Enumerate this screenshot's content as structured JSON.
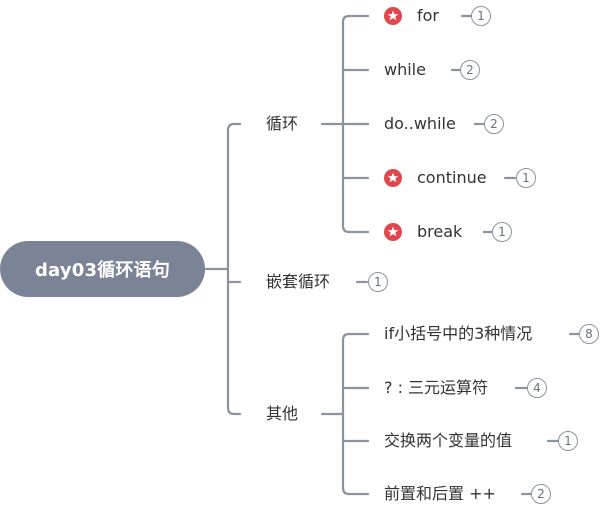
{
  "root": {
    "label": "day03循环语句"
  },
  "branches": {
    "loop": {
      "label": "循环",
      "children": [
        {
          "label": "for",
          "count": "1",
          "starred": true,
          "icon": "star-icon"
        },
        {
          "label": "while",
          "count": "2",
          "starred": false
        },
        {
          "label": "do..while",
          "count": "2",
          "starred": false
        },
        {
          "label": "continue",
          "count": "1",
          "starred": true,
          "icon": "star-icon"
        },
        {
          "label": "break",
          "count": "1",
          "starred": true,
          "icon": "star-icon"
        }
      ]
    },
    "nested": {
      "label": "嵌套循环",
      "count": "1"
    },
    "other": {
      "label": "其他",
      "children": [
        {
          "label": "if小括号中的3种情况",
          "count": "8"
        },
        {
          "label": "? : 三元运算符",
          "count": "4"
        },
        {
          "label": "交换两个变量的值",
          "count": "1"
        },
        {
          "label": "前置和后置 ++",
          "count": "2"
        }
      ]
    }
  },
  "colors": {
    "line": "#8c929e",
    "root": "#7b8497",
    "star": "#e0474c",
    "text": "#333333"
  }
}
